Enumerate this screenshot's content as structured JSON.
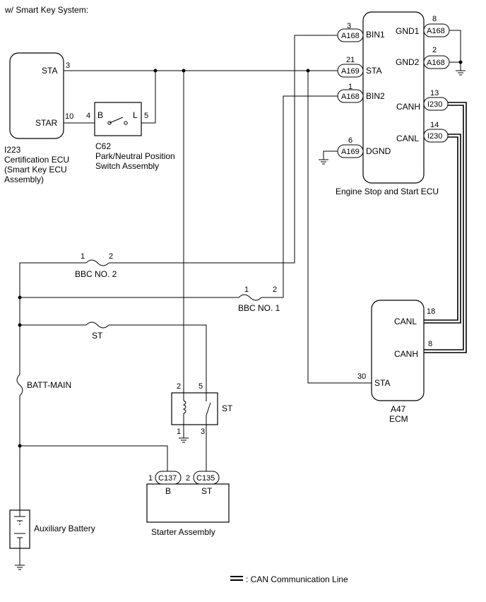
{
  "header": {
    "system": "w/ Smart Key System:"
  },
  "components": {
    "cert_ecu": {
      "code": "I223",
      "name_line1": "Certification ECU",
      "name_line2": "(Smart Key ECU",
      "name_line3": "Assembly)",
      "pin_sta": "STA",
      "pin_sta_no": "3",
      "pin_star": "STAR",
      "pin_star_no": "10"
    },
    "pnp_switch": {
      "code": "C62",
      "name_line1": "Park/Neutral Position",
      "name_line2": "Switch Assembly",
      "pin_b": "B",
      "pin_b_no": "4",
      "pin_l": "L",
      "pin_l_no": "5"
    },
    "engine_ecu": {
      "name": "Engine Stop and Start ECU",
      "bin1": "BIN1",
      "bin1_no": "3",
      "bin1_conn": "A168",
      "sta": "STA",
      "sta_no": "21",
      "sta_conn": "A169",
      "bin2": "BIN2",
      "bin2_no": "1",
      "bin2_conn": "A168",
      "dgnd": "DGND",
      "dgnd_no": "6",
      "dgnd_conn": "A169",
      "gnd1": "GND1",
      "gnd1_no": "8",
      "gnd1_conn": "A168",
      "gnd2": "GND2",
      "gnd2_no": "2",
      "gnd2_conn": "A168",
      "canh": "CANH",
      "canh_no": "13",
      "canh_conn": "I230",
      "canl": "CANL",
      "canl_no": "14",
      "canl_conn": "I230"
    },
    "ecm": {
      "code": "A47",
      "name": "ECM",
      "canl": "CANL",
      "canl_no": "18",
      "canh": "CANH",
      "canh_no": "8",
      "sta": "STA",
      "sta_no": "30"
    },
    "fuse_bbc2": {
      "name": "BBC NO. 2",
      "pin1": "1",
      "pin2": "2"
    },
    "fuse_bbc1": {
      "name": "BBC NO. 1",
      "pin1": "1",
      "pin2": "2"
    },
    "fuse_st": {
      "name": "ST"
    },
    "fuse_batt_main": {
      "name": "BATT-MAIN"
    },
    "st_relay": {
      "name": "ST",
      "pin2": "2",
      "pin5": "5",
      "pin1": "1",
      "pin3": "3"
    },
    "starter": {
      "name": "Starter Assembly",
      "b": "B",
      "b_no": "1",
      "b_conn": "C137",
      "st": "ST",
      "st_no": "2",
      "st_conn": "C135"
    },
    "battery": {
      "name": "Auxiliary Battery"
    }
  },
  "legend": {
    "can_line": ": CAN Communication Line"
  }
}
